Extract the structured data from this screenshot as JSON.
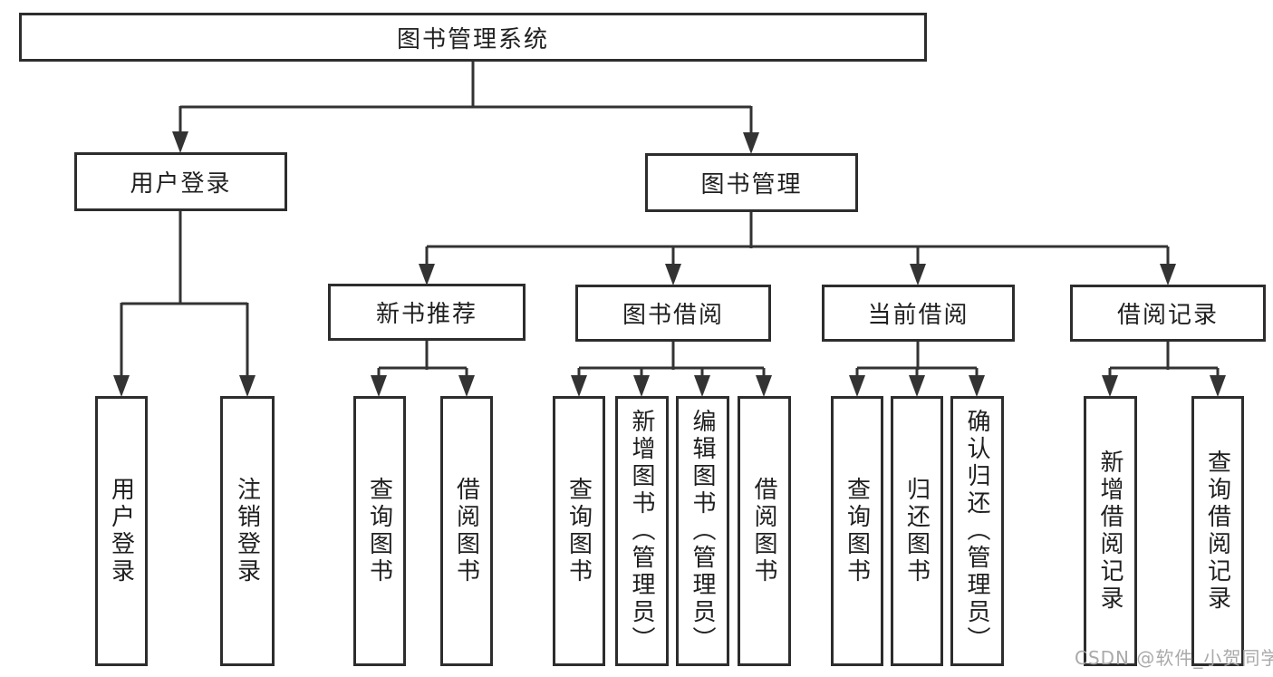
{
  "tree": {
    "root": "图书管理系统",
    "branches": [
      {
        "label": "用户登录",
        "leaves": [
          "用户登录",
          "注销登录"
        ]
      },
      {
        "label": "图书管理",
        "groups": [
          {
            "label": "新书推荐",
            "leaves": [
              "查询图书",
              "借阅图书"
            ]
          },
          {
            "label": "图书借阅",
            "leaves": [
              "查询图书",
              "新增图书（管理员）",
              "编辑图书（管理员）",
              "借阅图书"
            ]
          },
          {
            "label": "当前借阅",
            "leaves": [
              "查询图书",
              "归还图书",
              "确认归还（管理员）"
            ]
          },
          {
            "label": "借阅记录",
            "leaves": [
              "新增借阅记录",
              "查询借阅记录"
            ]
          }
        ]
      }
    ]
  },
  "watermark": "CSDN @软件_小贺同学",
  "colors": {
    "line": "#333333",
    "box_border": "#2d2d2d",
    "text": "#1f1f1f",
    "watermark": "#a5a5a5",
    "background": "#ffffff"
  }
}
